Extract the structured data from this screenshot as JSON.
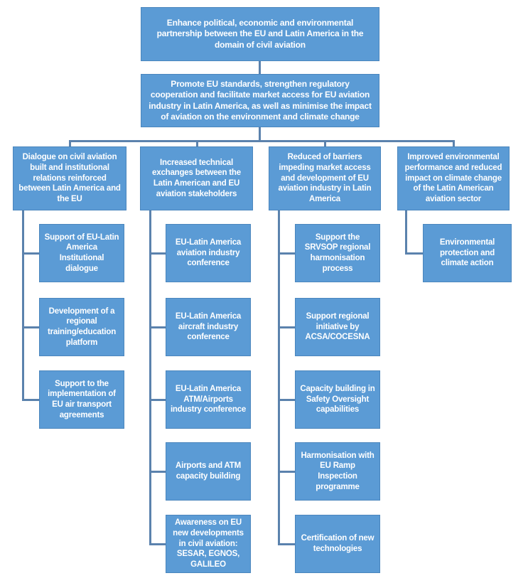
{
  "diagram": {
    "goal": "Enhance political, economic and environmental partnership between the EU and Latin America in the domain of civil aviation",
    "objective": "Promote EU standards, strengthen regulatory cooperation and facilitate market access for EU aviation industry in Latin America, as well as minimise the impact of aviation on the environment and climate change",
    "columns": [
      {
        "header": "Dialogue on civil aviation built and institutional relations reinforced between Latin America and the EU",
        "children": [
          "Support of EU-Latin America Institutional dialogue",
          "Development of a regional training/education platform",
          "Support to the implementation of EU air transport agreements"
        ]
      },
      {
        "header": "Increased technical exchanges between the Latin American and EU aviation stakeholders",
        "children": [
          "EU-Latin America aviation industry conference",
          "EU-Latin America aircraft industry conference",
          "EU-Latin America ATM/Airports industry conference",
          "Airports and ATM capacity building",
          "Awareness on EU new developments in civil aviation: SESAR, EGNOS, GALILEO"
        ]
      },
      {
        "header": "Reduced of barriers impeding market access and development of EU aviation industry in Latin America",
        "children": [
          "Support the SRVSOP regional harmonisation process",
          "Support regional initiative by ACSA/COCESNA",
          "Capacity building in Safety Oversight capabilities",
          "Harmonisation with EU Ramp Inspection programme",
          "Certification of new technologies"
        ]
      },
      {
        "header": "Improved environmental performance and reduced impact on climate change of the Latin American aviation sector",
        "children": [
          "Environmental protection and climate action"
        ]
      }
    ]
  },
  "colors": {
    "box_fill": "#5B9BD5",
    "box_border": "#4B86BD",
    "box_text": "#FFFFFF",
    "connector": "#5B82AD",
    "background": "#FFFFFF"
  }
}
